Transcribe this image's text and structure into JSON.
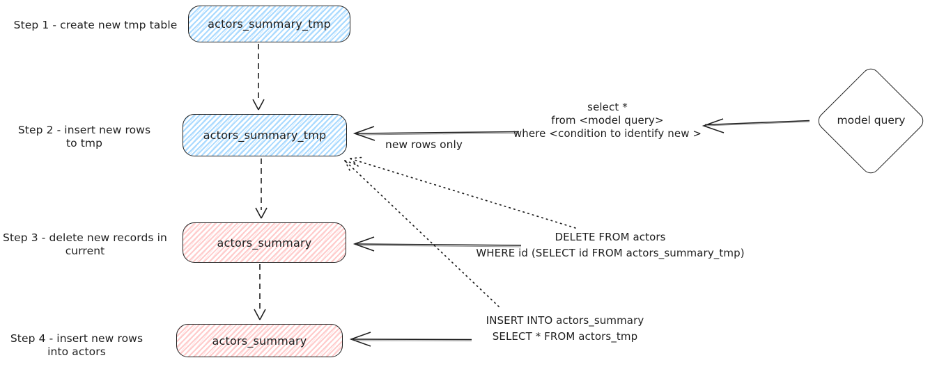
{
  "palette": {
    "ink": "#1e1e1e",
    "blue_fill": "#a5d8ff",
    "red_fill": "#ffc9c9",
    "background": "#ffffff"
  },
  "steps": [
    {
      "label": [
        "Step 1 - create new tmp table"
      ],
      "box": "actors_summary_tmp",
      "color": "blue"
    },
    {
      "label": [
        "Step 2 - insert new rows",
        "to tmp"
      ],
      "box": "actors_summary_tmp",
      "color": "blue"
    },
    {
      "label": [
        "Step 3 - delete new records in",
        "current"
      ],
      "box": "actors_summary",
      "color": "red"
    },
    {
      "label": [
        "Step 4 - insert new rows",
        "into actors"
      ],
      "box": "actors_summary",
      "color": "red"
    }
  ],
  "diamond": {
    "label": "model query"
  },
  "annotations": {
    "model_query_sql": [
      "select *",
      "from <model query>",
      "where <condition to identify new >"
    ],
    "new_rows_label": "new rows only",
    "delete_sql": [
      "DELETE FROM actors",
      "WHERE id (SELECT id FROM actors_summary_tmp)"
    ],
    "insert_sql": [
      "INSERT INTO actors_summary",
      "SELECT * FROM actors_tmp"
    ]
  }
}
